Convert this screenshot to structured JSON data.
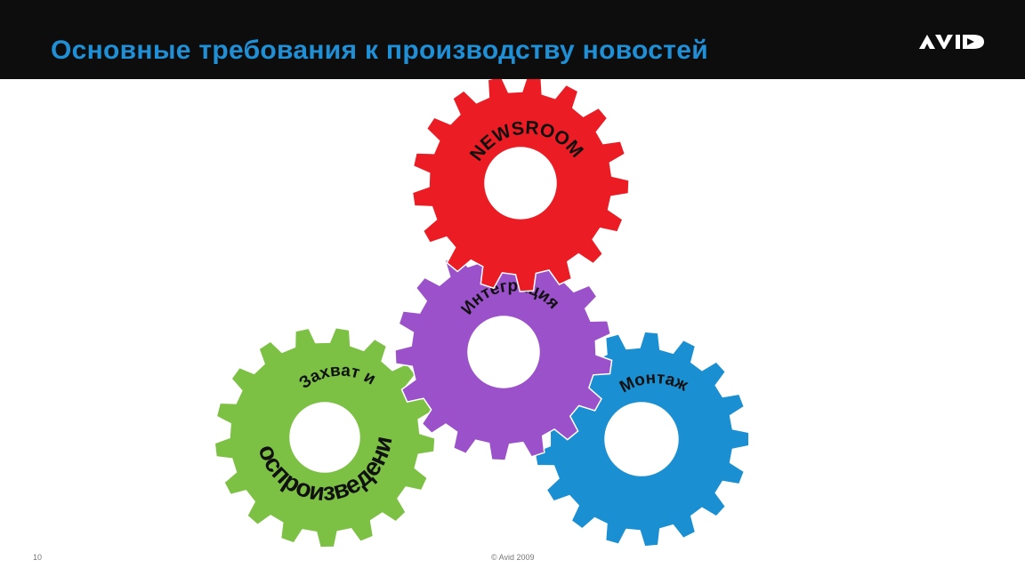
{
  "header": {
    "title": "Основные требования к производству новостей",
    "title_color": "#1f8fd6",
    "background": "#0d0d0d",
    "logo": {
      "name": "avid-logo-icon",
      "text": "AVID"
    }
  },
  "diagram": {
    "gears": [
      {
        "id": "newsroom",
        "label": "NEWSROOM",
        "color": "#ec1c24"
      },
      {
        "id": "integration",
        "label": "Интеграция",
        "color": "#9b51c9"
      },
      {
        "id": "capture",
        "label": "Захват и",
        "label2": "Воспроизведение",
        "color": "#7cc144"
      },
      {
        "id": "editing",
        "label": "Монтаж",
        "color": "#1a8fd2"
      }
    ]
  },
  "footer": {
    "page_number": "10",
    "copyright": "© Avid 2009"
  }
}
